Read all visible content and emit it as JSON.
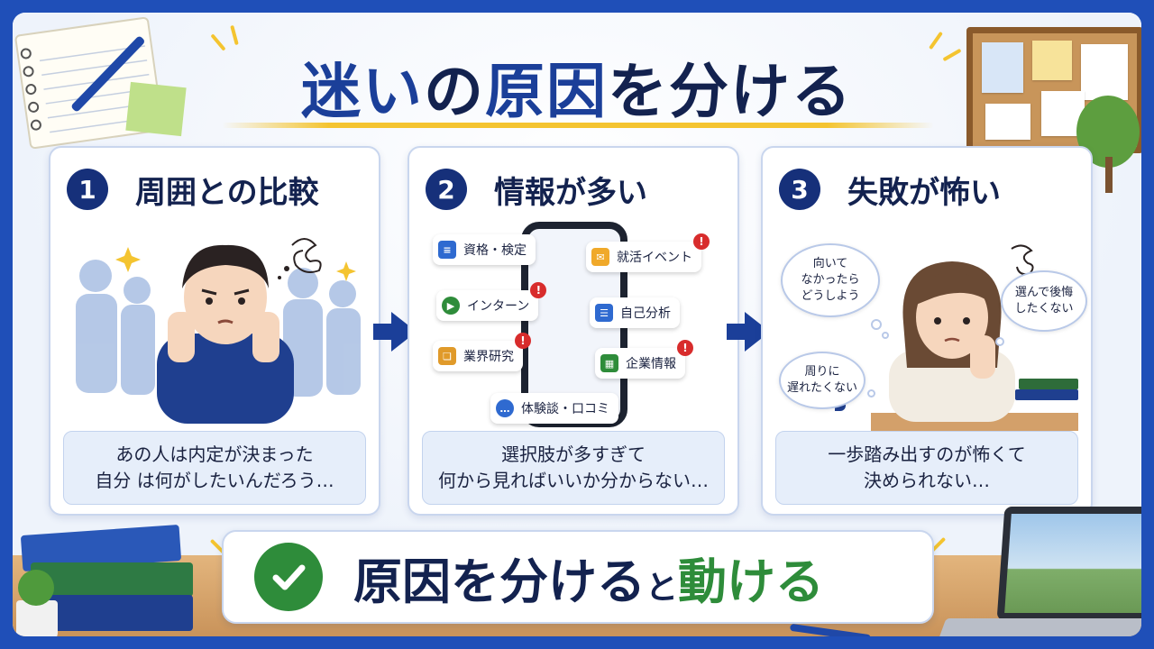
{
  "title": {
    "part1": "迷い",
    "part2": "の",
    "part3": "原因",
    "part4": "を分ける"
  },
  "cards": [
    {
      "number": "1",
      "title": "周囲との比較",
      "caption_line1": "あの人は内定が決まった",
      "caption_line2": "自分 は何がしたいんだろう…"
    },
    {
      "number": "2",
      "title": "情報が多い",
      "caption_line1": "選択肢が多すぎて",
      "caption_line2": "何から見ればいいか分からない…",
      "chips": [
        {
          "label": "資格・検定",
          "icon": "document-icon",
          "color": "#2f6ad0",
          "alert": false
        },
        {
          "label": "就活イベント",
          "icon": "mail-icon",
          "color": "#f0a92a",
          "alert": true
        },
        {
          "label": "インターン",
          "icon": "play-icon",
          "color": "#2e8c3a",
          "alert": true
        },
        {
          "label": "自己分析",
          "icon": "clipboard-icon",
          "color": "#2f6ad0",
          "alert": false
        },
        {
          "label": "業界研究",
          "icon": "book-icon",
          "color": "#e09a2a",
          "alert": true
        },
        {
          "label": "企業情報",
          "icon": "building-icon",
          "color": "#2e8c3a",
          "alert": true
        },
        {
          "label": "体験談・口コミ",
          "icon": "chat-icon",
          "color": "#2f6ad0",
          "alert": false
        }
      ]
    },
    {
      "number": "3",
      "title": "失敗が怖い",
      "caption_line1": "一歩踏み出すのが怖くて",
      "caption_line2": "決められない…",
      "bubbles": [
        {
          "line1": "向いて",
          "line2": "なかったら",
          "line3": "どうしよう"
        },
        {
          "line1": "選んで後悔",
          "line2": "したくない"
        },
        {
          "line1": "周りに",
          "line2": "遅れたくない"
        }
      ]
    }
  ],
  "banner": {
    "part1": "原因を分ける",
    "part2": "と",
    "part3": "動ける"
  },
  "colors": {
    "navy": "#13224f",
    "accent_blue": "#1b3f99",
    "green": "#2e8c3a",
    "yellow": "#f4c430",
    "alert_red": "#d82c2c"
  }
}
